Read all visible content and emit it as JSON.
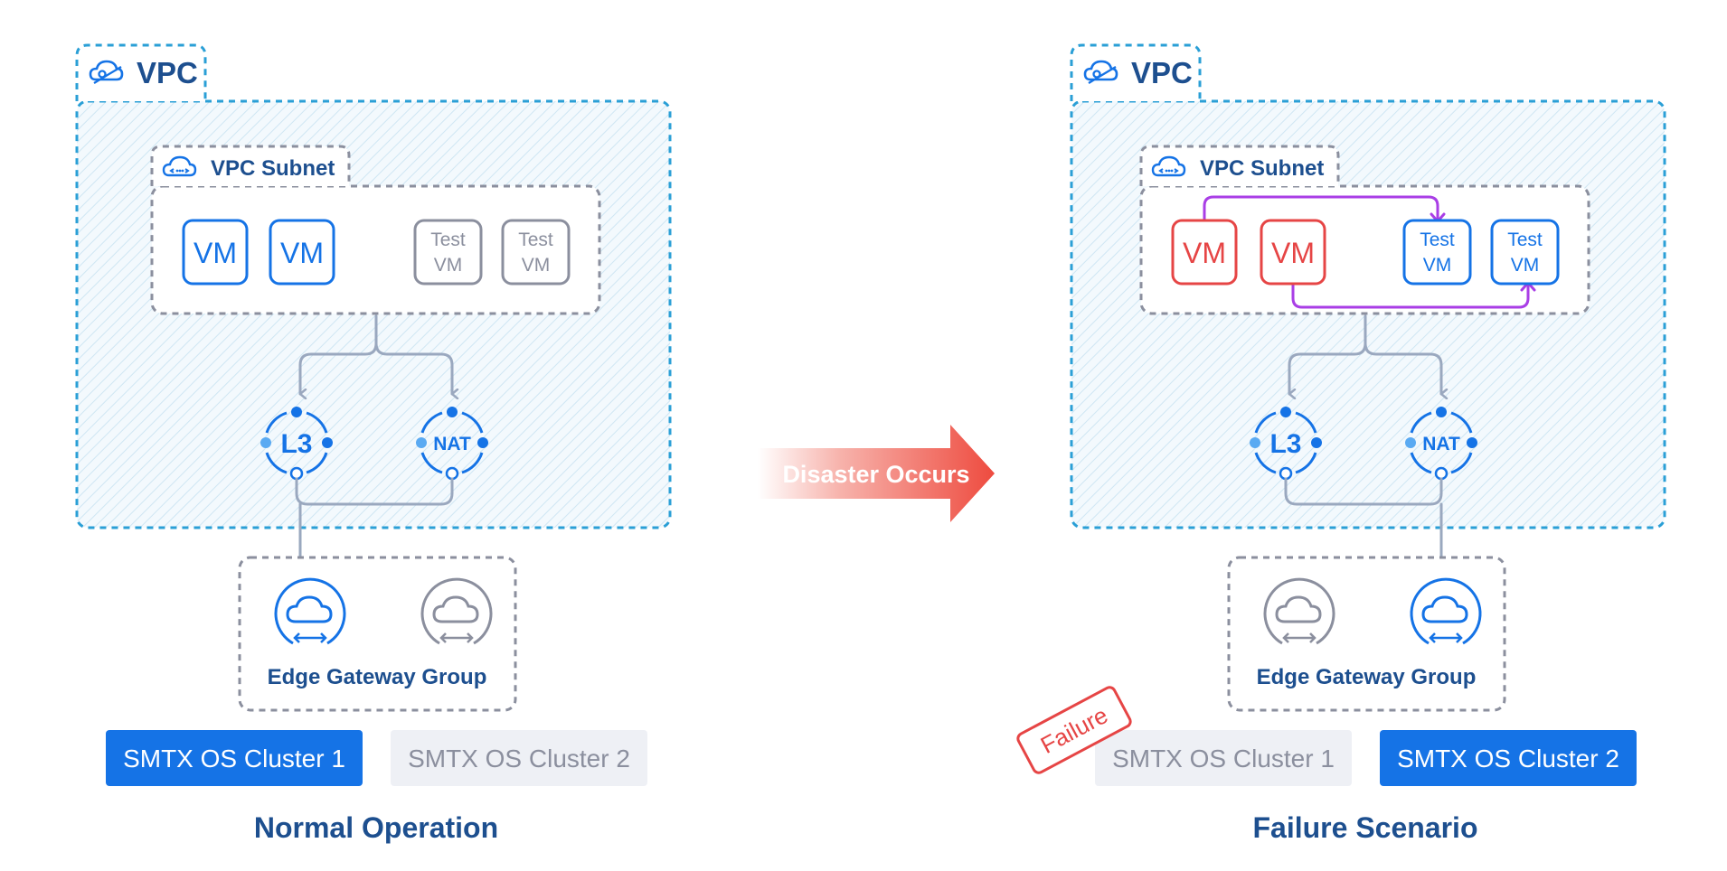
{
  "colors": {
    "blue": "#1573e6",
    "red": "#e64545",
    "gray": "#8b8f9e",
    "navy": "#1d4f8f",
    "purple": "#a93ee6",
    "teal_border": "#4fb3d9",
    "light_gray_bg": "#eef0f5"
  },
  "arrow": {
    "label": "Disaster Occurs"
  },
  "panels": [
    {
      "caption": "Normal Operation",
      "vpc_label": "VPC",
      "subnet_label": "VPC Subnet",
      "vms": [
        {
          "line1": "VM",
          "line2": "",
          "state": "blue"
        },
        {
          "line1": "VM",
          "line2": "",
          "state": "blue"
        },
        {
          "line1": "Test",
          "line2": "VM",
          "state": "gray"
        },
        {
          "line1": "Test",
          "line2": "VM",
          "state": "gray"
        }
      ],
      "routers": [
        {
          "label": "L3",
          "icon": "l3-router-icon"
        },
        {
          "label": "NAT",
          "icon": "nat-router-icon"
        }
      ],
      "gateway_group_label": "Edge Gateway Group",
      "gateways": [
        {
          "state": "blue",
          "icon": "edge-gateway-cloud-icon"
        },
        {
          "state": "gray",
          "icon": "edge-gateway-cloud-icon"
        }
      ],
      "clusters": [
        {
          "label": "SMTX OS Cluster 1",
          "active": true
        },
        {
          "label": "SMTX OS Cluster 2",
          "active": false
        }
      ],
      "failure_stamp": ""
    },
    {
      "caption": "Failure Scenario",
      "vpc_label": "VPC",
      "subnet_label": "VPC Subnet",
      "vms": [
        {
          "line1": "VM",
          "line2": "",
          "state": "red"
        },
        {
          "line1": "VM",
          "line2": "",
          "state": "red"
        },
        {
          "line1": "Test",
          "line2": "VM",
          "state": "blue"
        },
        {
          "line1": "Test",
          "line2": "VM",
          "state": "blue"
        }
      ],
      "routers": [
        {
          "label": "L3",
          "icon": "l3-router-icon"
        },
        {
          "label": "NAT",
          "icon": "nat-router-icon"
        }
      ],
      "gateway_group_label": "Edge Gateway Group",
      "gateways": [
        {
          "state": "gray",
          "icon": "edge-gateway-cloud-icon"
        },
        {
          "state": "blue",
          "icon": "edge-gateway-cloud-icon"
        }
      ],
      "clusters": [
        {
          "label": "SMTX OS Cluster 1",
          "active": false
        },
        {
          "label": "SMTX OS Cluster 2",
          "active": true
        }
      ],
      "failure_stamp": "Failure"
    }
  ]
}
